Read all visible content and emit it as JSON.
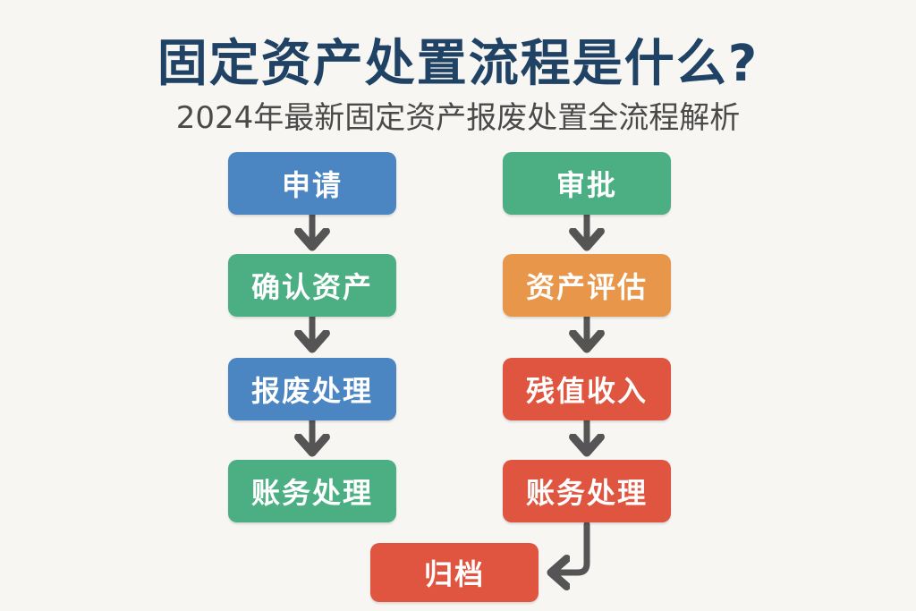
{
  "header": {
    "title": "固定资产处置流程是什么?",
    "subtitle": "2024年最新固定资产报废处置全流程解析"
  },
  "colors": {
    "background": "#f7f6f2",
    "title": "#1f4265",
    "subtitle": "#4a4a4a",
    "blue": "#4b86c2",
    "green": "#4caf83",
    "orange": "#e8964a",
    "red": "#e0553f",
    "arrow": "#555555"
  },
  "left_column": {
    "steps": [
      {
        "label": "申请",
        "color": "blue"
      },
      {
        "label": "确认资产",
        "color": "green"
      },
      {
        "label": "报废处理",
        "color": "blue"
      },
      {
        "label": "账务处理",
        "color": "green"
      }
    ]
  },
  "right_column": {
    "steps": [
      {
        "label": "审批",
        "color": "green"
      },
      {
        "label": "资产评估",
        "color": "orange"
      },
      {
        "label": "残值收入",
        "color": "red"
      },
      {
        "label": "账务处理",
        "color": "red"
      }
    ]
  },
  "final_step": {
    "label": "归档",
    "color": "red"
  }
}
